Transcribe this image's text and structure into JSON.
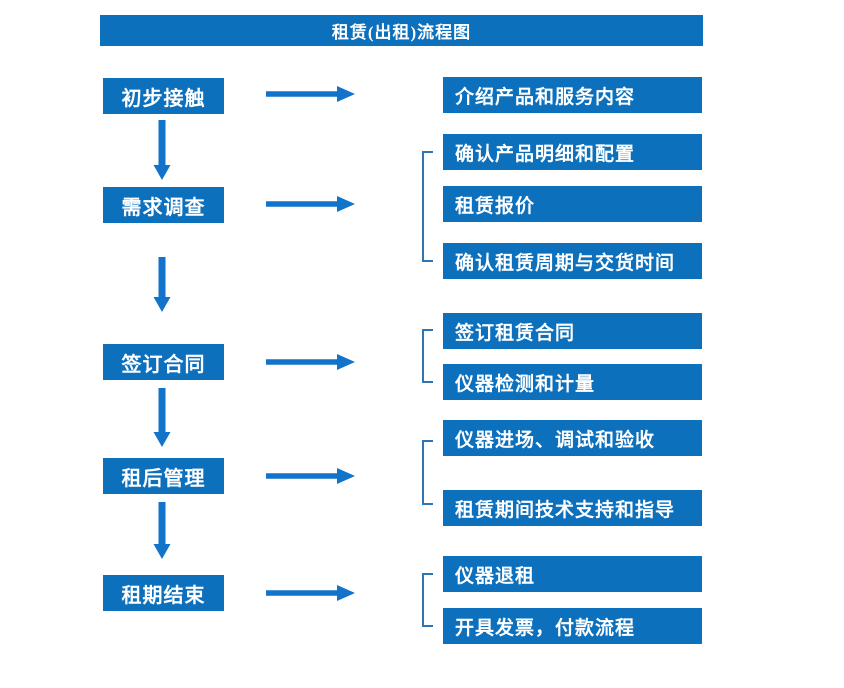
{
  "title": "租赁(出租)流程图",
  "colors": {
    "box_blue": "#0d70bd",
    "arrow_blue": "#1173c9",
    "bracket_blue": "#2e75b6",
    "text_white": "#ffffff",
    "background": "#ffffff"
  },
  "stages": [
    {
      "label": "初步接触",
      "details": [
        "介绍产品和服务内容"
      ]
    },
    {
      "label": "需求调查",
      "details": [
        "确认产品明细和配置",
        "租赁报价",
        "确认租赁周期与交货时间"
      ]
    },
    {
      "label": "签订合同",
      "details": [
        "签订租赁合同",
        "仪器检测和计量"
      ]
    },
    {
      "label": "租后管理",
      "details": [
        "仪器进场、调试和验收",
        "租赁期间技术支持和指导"
      ]
    },
    {
      "label": "租期结束",
      "details": [
        "仪器退租",
        "开具发票，付款流程"
      ]
    }
  ]
}
